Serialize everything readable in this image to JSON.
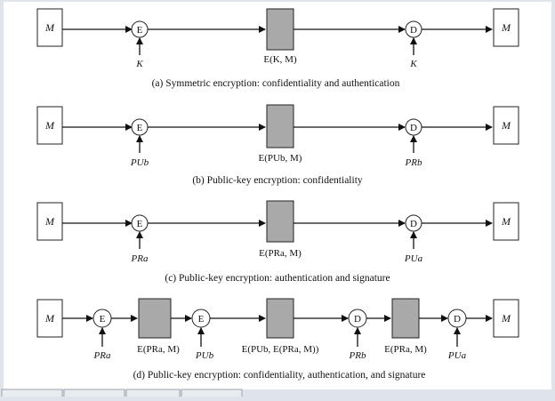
{
  "diagram": {
    "message_label": "M",
    "encrypt_label": "E",
    "decrypt_label": "D",
    "panels": [
      {
        "caption": "(a) Symmetric encryption: confidentiality and authentication",
        "enc_key": "K",
        "dec_key": "K",
        "cipher_label": "E(K, M)"
      },
      {
        "caption": "(b) Public-key encryption: confidentiality",
        "enc_key": "PUb",
        "dec_key": "PRb",
        "cipher_label": "E(PUb, M)"
      },
      {
        "caption": "(c) Public-key encryption: authentication and signature",
        "enc_key": "PRa",
        "dec_key": "PUa",
        "cipher_label": "E(PRa, M)"
      },
      {
        "caption": "(d) Public-key encryption: confidentiality, authentication, and signature",
        "keys": [
          "PRa",
          "PUb",
          "PRb",
          "PUa"
        ],
        "cipher_labels": [
          "E(PRa, M)",
          "E(PUb, E(PRa, M))",
          "E(PRa, M)"
        ]
      }
    ]
  }
}
